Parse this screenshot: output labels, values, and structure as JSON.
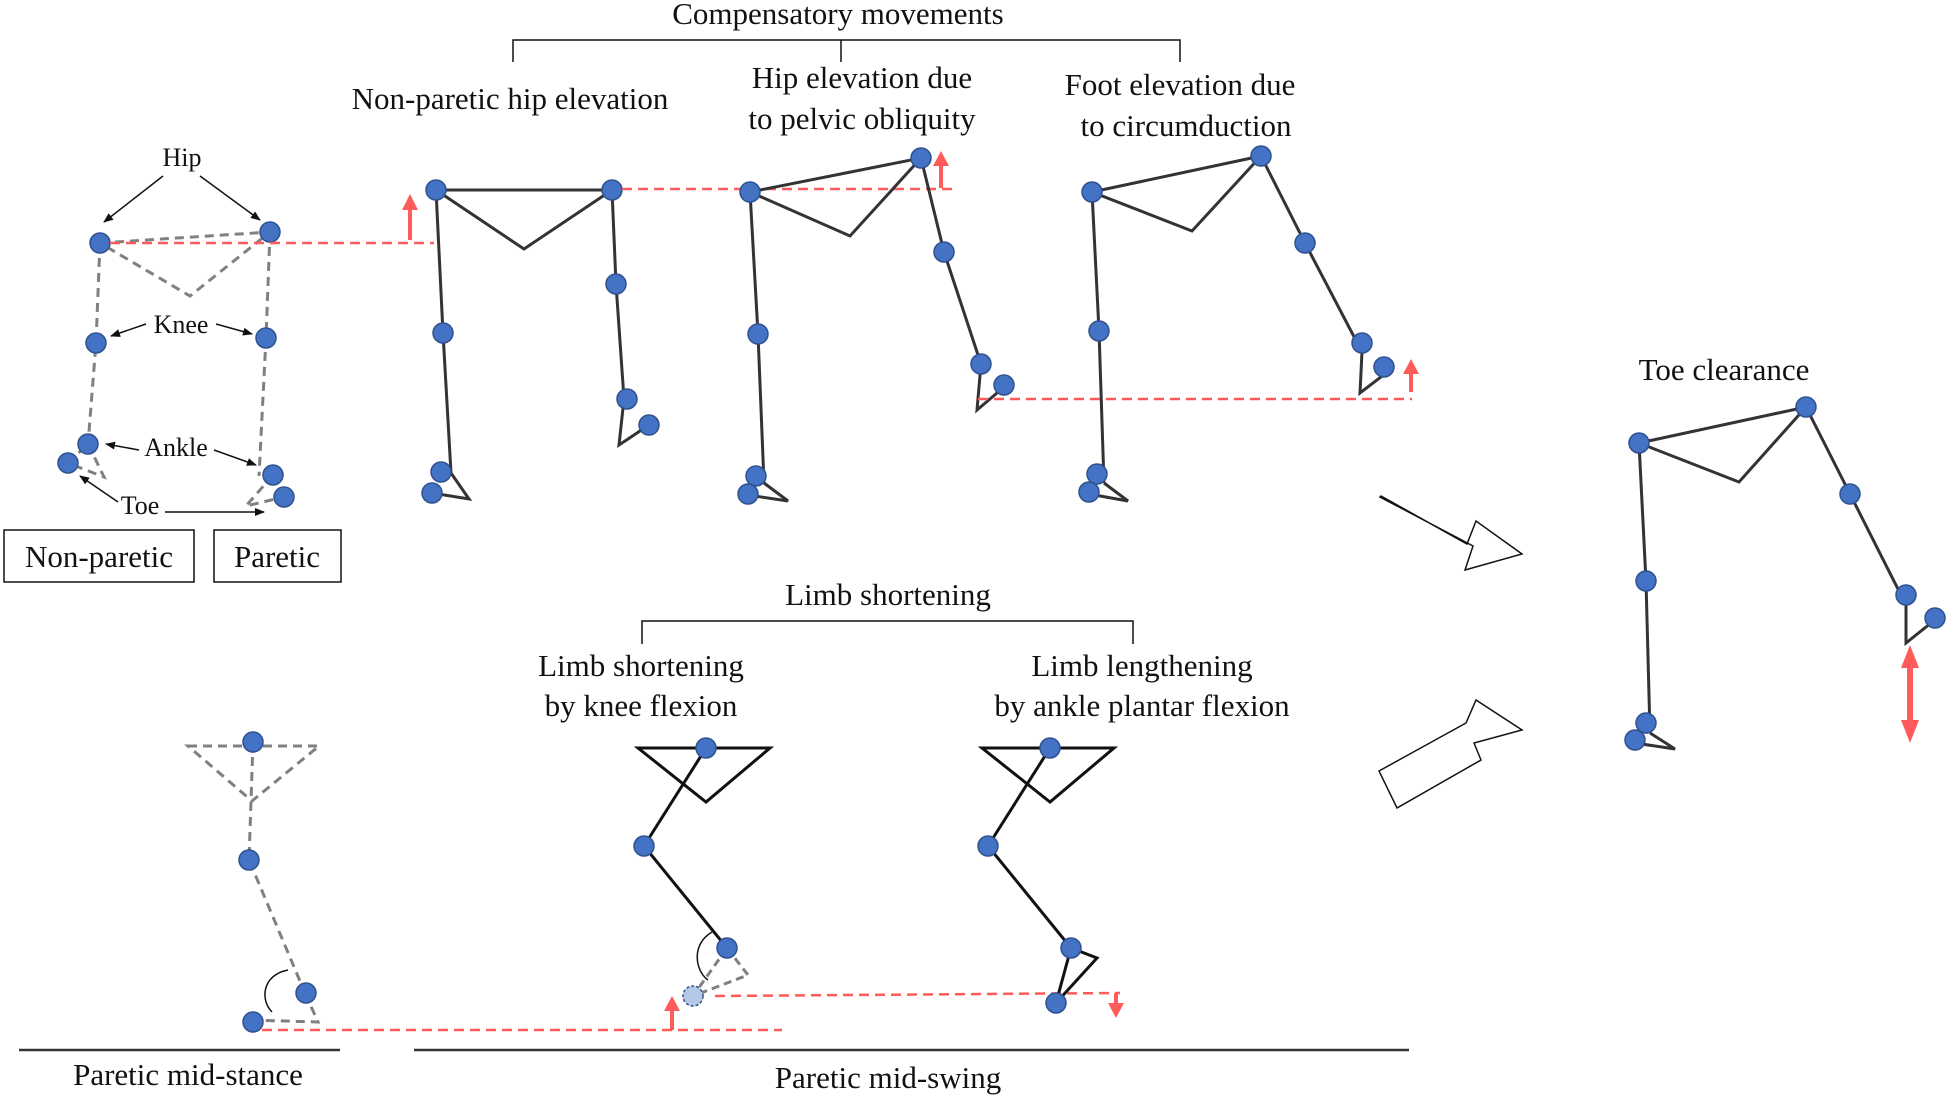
{
  "colors": {
    "joint_fill": "#4472c4",
    "joint_stroke": "#2f528f",
    "joint_ghost_fill": "#b4c7e7",
    "segment": "#333333",
    "ref_dashed": "#808080",
    "highlight": "#ff5b5b"
  },
  "headers": {
    "compensatory": "Compensatory movements",
    "limb_shortening": "Limb shortening"
  },
  "captions": {
    "non_paretic_hip_elevation": "Non-paretic hip elevation",
    "hip_elevation_line1": "Hip elevation due",
    "hip_elevation_line2": "to pelvic obliquity",
    "foot_elevation_line1": "Foot elevation due",
    "foot_elevation_line2": "to circumduction",
    "toe_clearance": "Toe clearance",
    "knee_flexion_line1": "Limb shortening",
    "knee_flexion_line2": "by knee flexion",
    "plantar_flexion_line1": "Limb lengthening",
    "plantar_flexion_line2": "by ankle plantar flexion"
  },
  "legend": {
    "hip": "Hip",
    "knee": "Knee",
    "ankle": "Ankle",
    "toe": "Toe",
    "non_paretic": "Non-paretic",
    "paretic": "Paretic"
  },
  "phases": {
    "mid_stance": "Paretic mid-stance",
    "mid_swing": "Paretic mid-swing"
  }
}
